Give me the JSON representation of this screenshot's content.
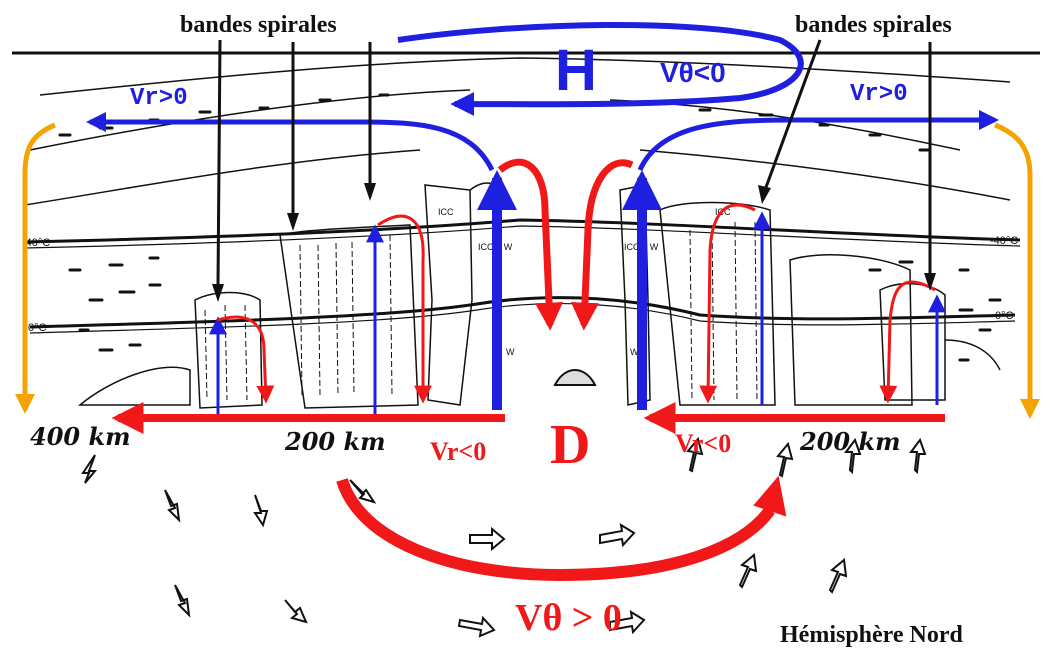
{
  "labels": {
    "spiral_bands_left": "bandes spirales",
    "spiral_bands_right": "bandes spirales",
    "high": "H",
    "v_theta_upper": "Vθ<0",
    "vr_upper_left": "Vr>0",
    "vr_upper_right": "Vr>0",
    "low": "D",
    "vr_lower_left": "Vr<0",
    "vr_lower_right": "Vr<0",
    "v_theta_lower": "Vθ > 0",
    "hemisphere": "Hémisphère Nord"
  },
  "sketch_labels": {
    "dist_400": "400 km",
    "dist_200_left": "200 km",
    "dist_200_right": "200 km",
    "iso_minus40_left": "-40°C",
    "iso_minus40_right": "-40°C",
    "iso_0_left": "0°C",
    "iso_0_right": "0°C",
    "icc_left": "ICC",
    "icc_right": "ICC",
    "icc_w_left": "ICC + W",
    "icc_w_right": "ICC + W",
    "w_left": "W",
    "w_right": "W"
  },
  "colors": {
    "upper_flow": "#1f1fe0",
    "lower_flow": "#f01818",
    "descent": "#f5a300",
    "ink": "#111111"
  }
}
